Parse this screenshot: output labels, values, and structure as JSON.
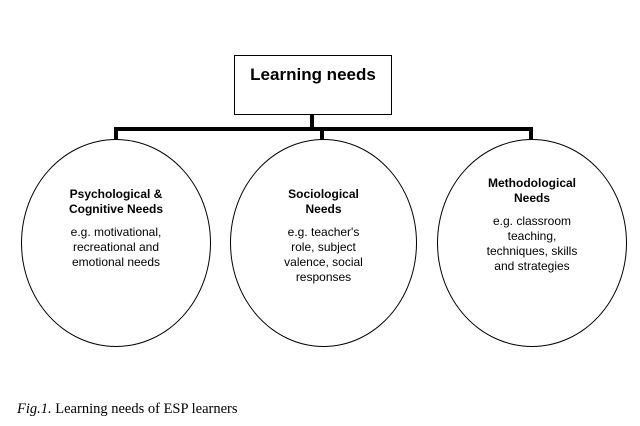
{
  "diagram": {
    "root": {
      "label": "Learning needs"
    },
    "nodes": [
      {
        "title_line1": "Psychological &",
        "title_line2": "Cognitive Needs",
        "desc_lines": [
          "e.g. motivational,",
          "recreational and",
          "emotional needs"
        ]
      },
      {
        "title_line1": "Sociological",
        "title_line2": "Needs",
        "desc_lines": [
          "e.g. teacher's",
          "role, subject",
          "valence, social",
          "responses"
        ]
      },
      {
        "title_line1": "Methodological",
        "title_line2": "Needs",
        "desc_lines": [
          "e.g. classroom",
          "teaching,",
          "techniques, skills",
          "and strategies"
        ]
      }
    ],
    "connector_color": "#000000"
  },
  "caption": {
    "fig_label": "Fig.1.",
    "text": " Learning needs of ESP learners"
  }
}
